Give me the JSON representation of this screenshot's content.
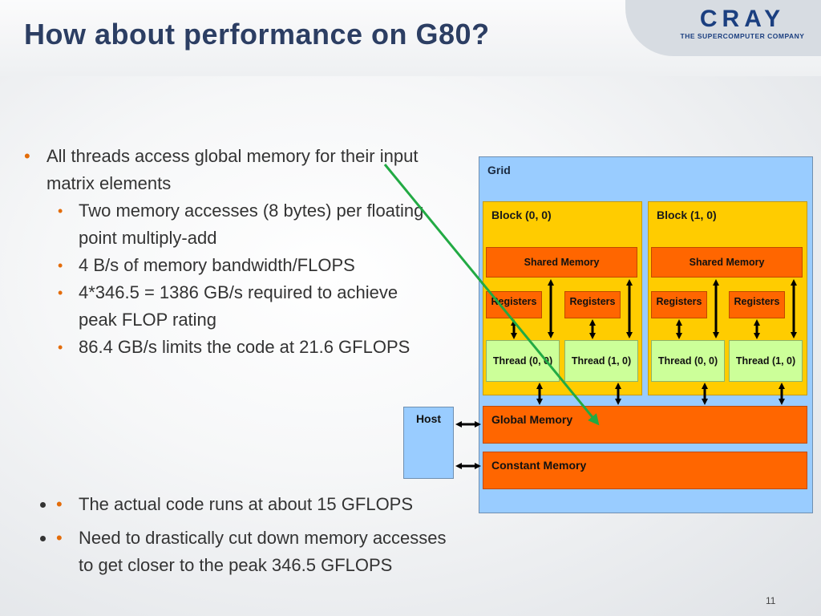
{
  "slide": {
    "title": "How about performance on G80?",
    "page_number": "11",
    "logo": {
      "word": "CRAY",
      "tagline": "THE SUPERCOMPUTER COMPANY"
    }
  },
  "bullets": {
    "b1": "All threads access global memory for their input matrix elements",
    "sub1": "Two memory accesses (8 bytes) per floating point multiply-add",
    "sub2": "4 B/s of memory bandwidth/FLOPS",
    "sub3": "4*346.5 = 1386 GB/s required to achieve peak FLOP rating",
    "sub4": "86.4 GB/s limits the code at 21.6 GFLOPS",
    "b2": "The actual code runs at about 15 GFLOPS",
    "b3": "Need to drastically cut down memory accesses to get closer to the peak 346.5 GFLOPS"
  },
  "diagram": {
    "grid": "Grid",
    "block0": "Block (0, 0)",
    "block1": "Block (1, 0)",
    "shared_memory": "Shared Memory",
    "registers": "Registers",
    "thread00": "Thread (0, 0)",
    "thread10": "Thread (1, 0)",
    "host": "Host",
    "global_memory": "Global Memory",
    "constant_memory": "Constant Memory"
  },
  "colors": {
    "title": "#2c3e63",
    "bullet": "#e36c0a",
    "grid": "#99ccff",
    "block": "#ffcc00",
    "memory": "#ff6600",
    "thread": "#ccff99",
    "arrow_green": "#22aa44"
  }
}
